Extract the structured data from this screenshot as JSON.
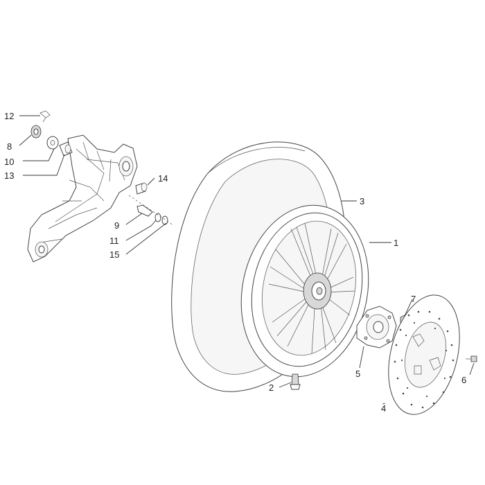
{
  "callouts": [
    {
      "id": "1",
      "label": "1"
    },
    {
      "id": "2",
      "label": "2"
    },
    {
      "id": "3",
      "label": "3"
    },
    {
      "id": "4",
      "label": "4"
    },
    {
      "id": "5",
      "label": "5"
    },
    {
      "id": "6",
      "label": "6"
    },
    {
      "id": "7",
      "label": "7"
    },
    {
      "id": "8",
      "label": "8"
    },
    {
      "id": "9",
      "label": "9"
    },
    {
      "id": "10",
      "label": "10"
    },
    {
      "id": "11",
      "label": "11"
    },
    {
      "id": "12",
      "label": "12"
    },
    {
      "id": "13",
      "label": "13"
    },
    {
      "id": "14",
      "label": "14"
    },
    {
      "id": "15",
      "label": "15"
    }
  ],
  "colors": {
    "stroke": "#444444",
    "fill": "#ffffff",
    "text": "#222222"
  }
}
